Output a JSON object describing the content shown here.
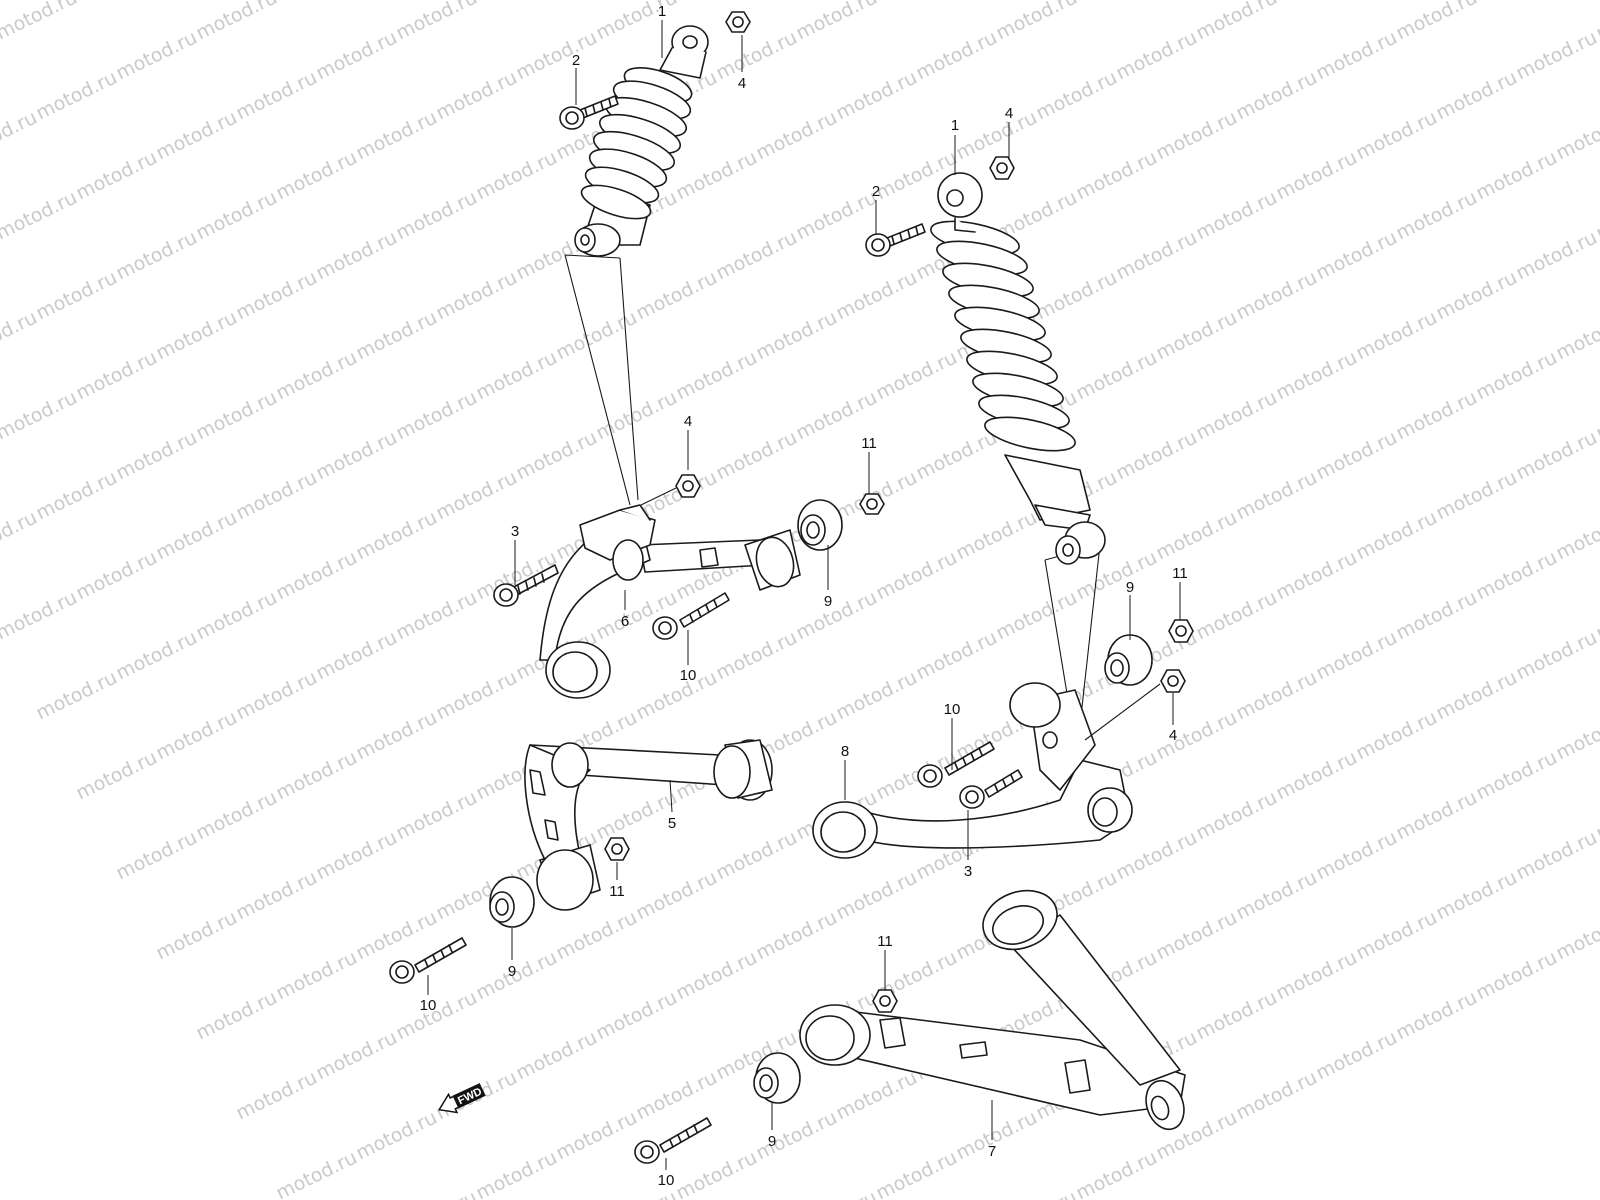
{
  "watermark": {
    "text": "motod.ru"
  },
  "fwd_badge": {
    "label": "FWD"
  },
  "callouts": [
    {
      "id": "c1a",
      "label": "1"
    },
    {
      "id": "c2a",
      "label": "2"
    },
    {
      "id": "c4a",
      "label": "4"
    },
    {
      "id": "c1b",
      "label": "1"
    },
    {
      "id": "c4b",
      "label": "4"
    },
    {
      "id": "c2b",
      "label": "2"
    },
    {
      "id": "c4c",
      "label": "4"
    },
    {
      "id": "c11a",
      "label": "11"
    },
    {
      "id": "c3a",
      "label": "3"
    },
    {
      "id": "c9a",
      "label": "9"
    },
    {
      "id": "c6",
      "label": "6"
    },
    {
      "id": "c10a",
      "label": "10"
    },
    {
      "id": "c9b",
      "label": "9"
    },
    {
      "id": "c11b",
      "label": "11"
    },
    {
      "id": "c4d",
      "label": "4"
    },
    {
      "id": "c10b",
      "label": "10"
    },
    {
      "id": "c8",
      "label": "8"
    },
    {
      "id": "c3b",
      "label": "3"
    },
    {
      "id": "c5",
      "label": "5"
    },
    {
      "id": "c11c",
      "label": "11"
    },
    {
      "id": "c9c",
      "label": "9"
    },
    {
      "id": "c10c",
      "label": "10"
    },
    {
      "id": "c11d",
      "label": "11"
    },
    {
      "id": "c9d",
      "label": "9"
    },
    {
      "id": "c10d",
      "label": "10"
    },
    {
      "id": "c7",
      "label": "7"
    }
  ]
}
